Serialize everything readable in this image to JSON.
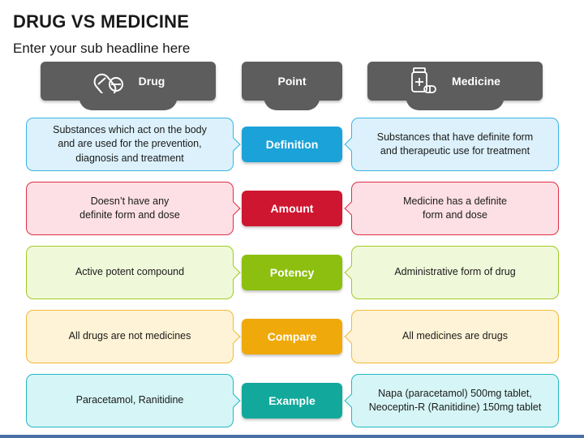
{
  "title": "DRUG VS MEDICINE",
  "subtitle": "Enter your sub headline here",
  "headers": {
    "drug": {
      "label": "Drug",
      "icon": "pill-icon"
    },
    "point": {
      "label": "Point"
    },
    "medicine": {
      "label": "Medicine",
      "icon": "medicine-bottle-icon"
    }
  },
  "rows": [
    {
      "point": "Definition",
      "drug": "Substances which act on the body\nand are used for the prevention,\ndiagnosis and treatment",
      "medicine": "Substances that have definite form\nand therapeutic use for treatment",
      "color": "#1ba3d9",
      "fill": "#dcf1fb",
      "stroke": "#39b5e6"
    },
    {
      "point": "Amount",
      "drug": "Doesn’t have any\ndefinite form and dose",
      "medicine": "Medicine has a definite\nform and dose",
      "color": "#cf1630",
      "fill": "#fde0e5",
      "stroke": "#df2e47"
    },
    {
      "point": "Potency",
      "drug": "Active potent compound",
      "medicine": "Administrative form of drug",
      "color": "#8dbf10",
      "fill": "#f0f8da",
      "stroke": "#9fcc25"
    },
    {
      "point": "Compare",
      "drug": "All drugs are not medicines",
      "medicine": "All medicines are drugs",
      "color": "#f0a90b",
      "fill": "#fef3d6",
      "stroke": "#f2b93a"
    },
    {
      "point": "Example",
      "drug": "Paracetamol, Ranitidine",
      "medicine": "Napa (paracetamol) 500mg tablet,\nNeoceptin-R (Ranitidine) 150mg tablet",
      "color": "#12a99c",
      "fill": "#d6f5f6",
      "stroke": "#23b9c4"
    }
  ]
}
